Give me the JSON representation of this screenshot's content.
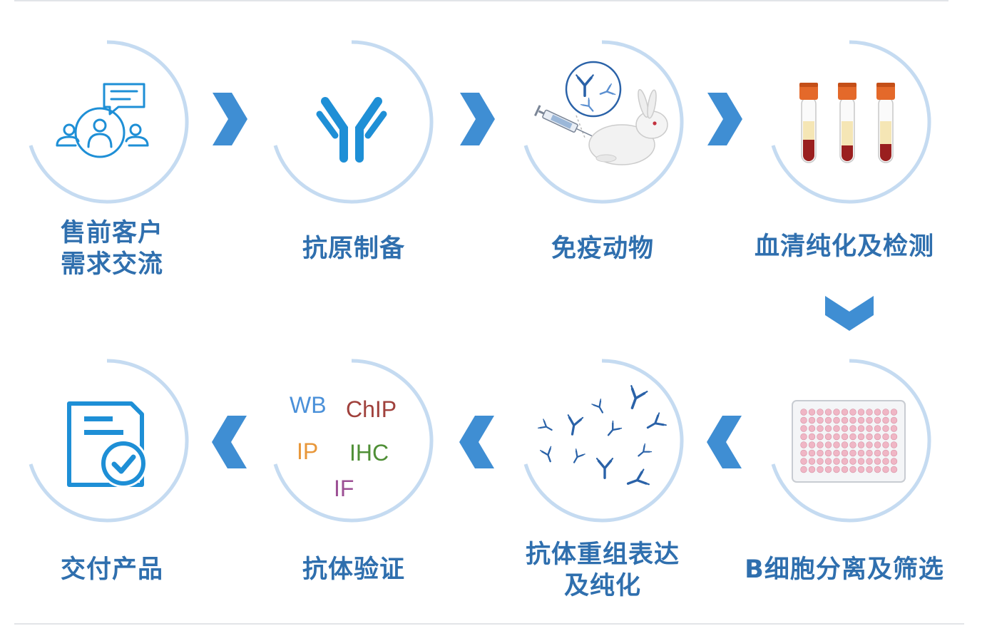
{
  "steps": [
    {
      "line1": "售前客户",
      "line2": "需求交流"
    },
    {
      "line1": "抗原制备"
    },
    {
      "line1": "免疫动物"
    },
    {
      "line1": "血清纯化及检测"
    },
    {
      "line1": "B细胞分离及筛选"
    },
    {
      "line1": "抗体重组表达",
      "line2": "及纯化"
    },
    {
      "line1": "抗体验证"
    },
    {
      "line1": "交付产品"
    }
  ],
  "assays": {
    "wb": "WB",
    "chip": "ChIP",
    "ip": "IP",
    "ihc": "IHC",
    "if": "IF"
  },
  "colors": {
    "label": "#2f6fae",
    "ring": "#c5dbf1",
    "arrow": "#3f8ed3",
    "icon_blue": "#1e8fd6",
    "antibody": "#2a62a8",
    "tube_cap": "#e4692a",
    "tube_blood": "#9a1f1f",
    "tube_serum": "#f5e6b5",
    "well": "#f0b6c5",
    "wb": "#4a90d9",
    "chip": "#a0413c",
    "ip": "#e8973a",
    "ihc": "#4f8f36",
    "if": "#9c4f94"
  },
  "icons": {
    "step1": "consultation-people-icon",
    "step2": "antibody-icon",
    "step3": "rabbit-syringe-icon",
    "step4": "blood-tubes-icon",
    "step5": "microplate-icon",
    "step6": "antibodies-cluster-icon",
    "step7": "assay-labels-icon",
    "step8": "document-check-icon"
  }
}
